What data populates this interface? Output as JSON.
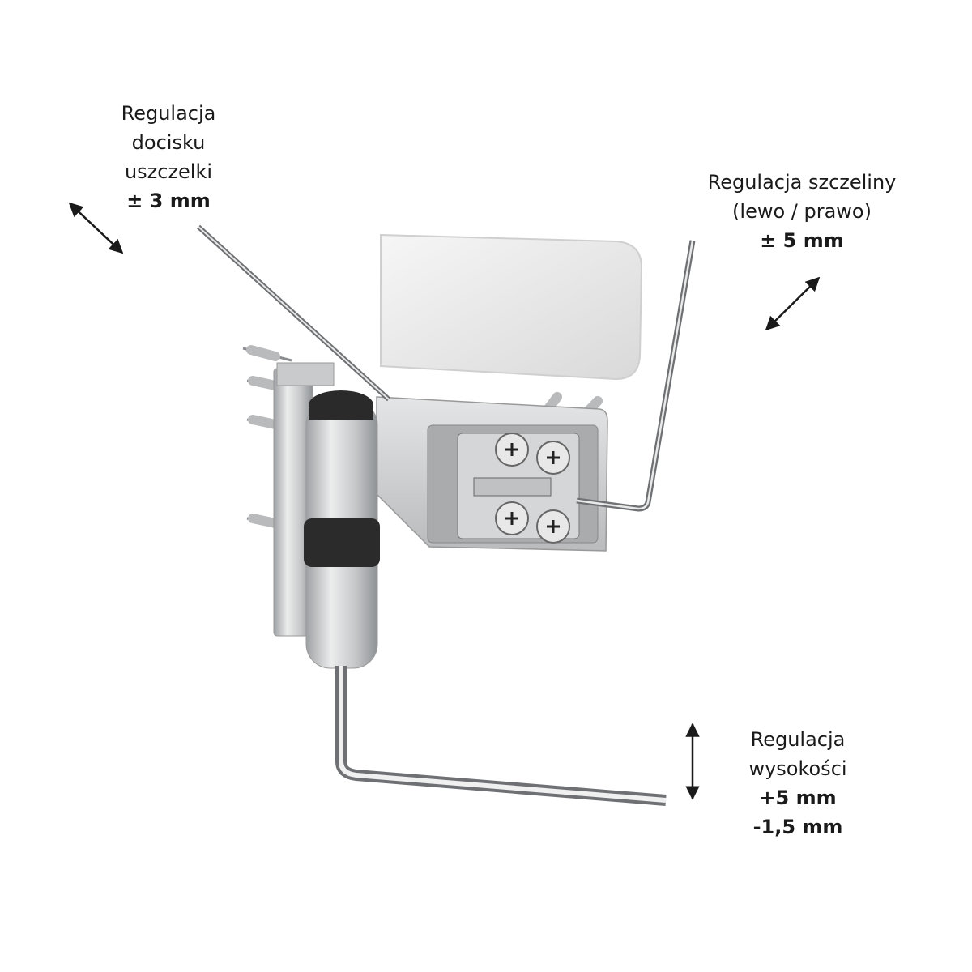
{
  "annotations": {
    "gasket": {
      "lines": [
        "Regulacja",
        "docisku",
        "uszczelki"
      ],
      "value": "± 3 mm"
    },
    "gap": {
      "lines": [
        "Regulacja szczeliny",
        "(lewo / prawo)"
      ],
      "value": "± 5 mm"
    },
    "height": {
      "lines": [
        "Regulacja",
        "wysokości"
      ],
      "values": [
        "+5 mm",
        "-1,5 mm"
      ]
    }
  },
  "colors": {
    "text": "#1a1a1a",
    "metal": "#c9cbcd",
    "cap": "#2a2a2a"
  }
}
